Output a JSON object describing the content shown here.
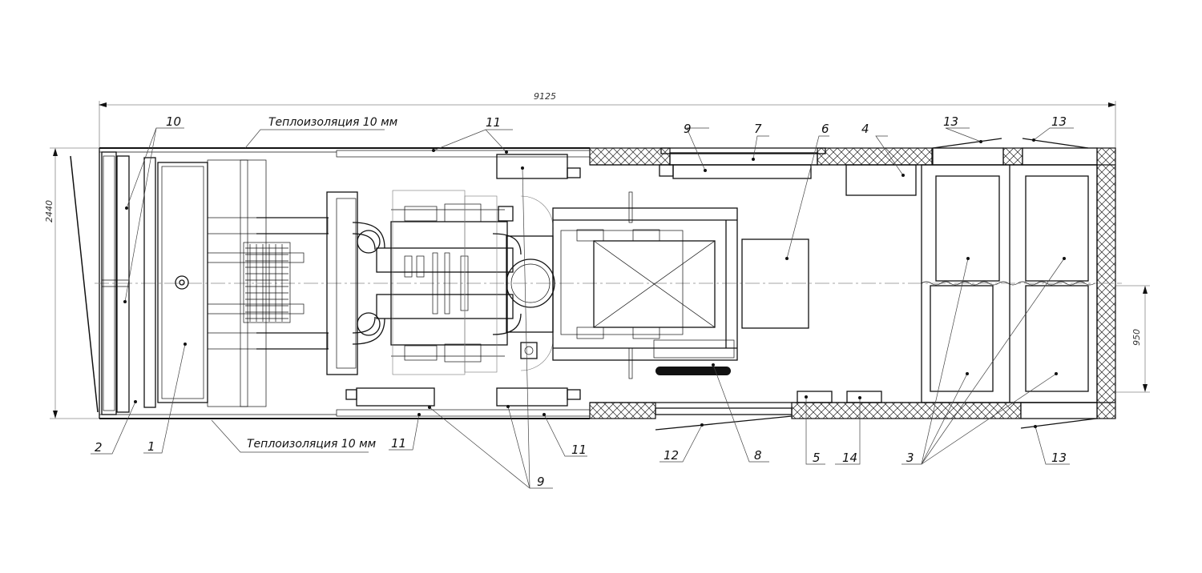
{
  "drawing": {
    "title": "Container genset layout plan",
    "dimensions": {
      "overall_length": "9125",
      "overall_width": "2440",
      "battery_offset": "950"
    },
    "notes": {
      "insulation_top": "Теплоизоляция 10 мм",
      "insulation_bottom": "Теплоизоляция 10 мм"
    },
    "callouts": {
      "c1": "1",
      "c2": "2",
      "c3": "3",
      "c4": "4",
      "c5": "5",
      "c6": "6",
      "c7": "7",
      "c8": "8",
      "c9_top": "9",
      "c9_bottom": "9",
      "c10": "10",
      "c11_top": "11",
      "c11_bottom_left": "11",
      "c11_bottom_right": "11",
      "c12": "12",
      "c13_top_left": "13",
      "c13_top_right": "13",
      "c13_bottom": "13",
      "c14": "14"
    }
  }
}
